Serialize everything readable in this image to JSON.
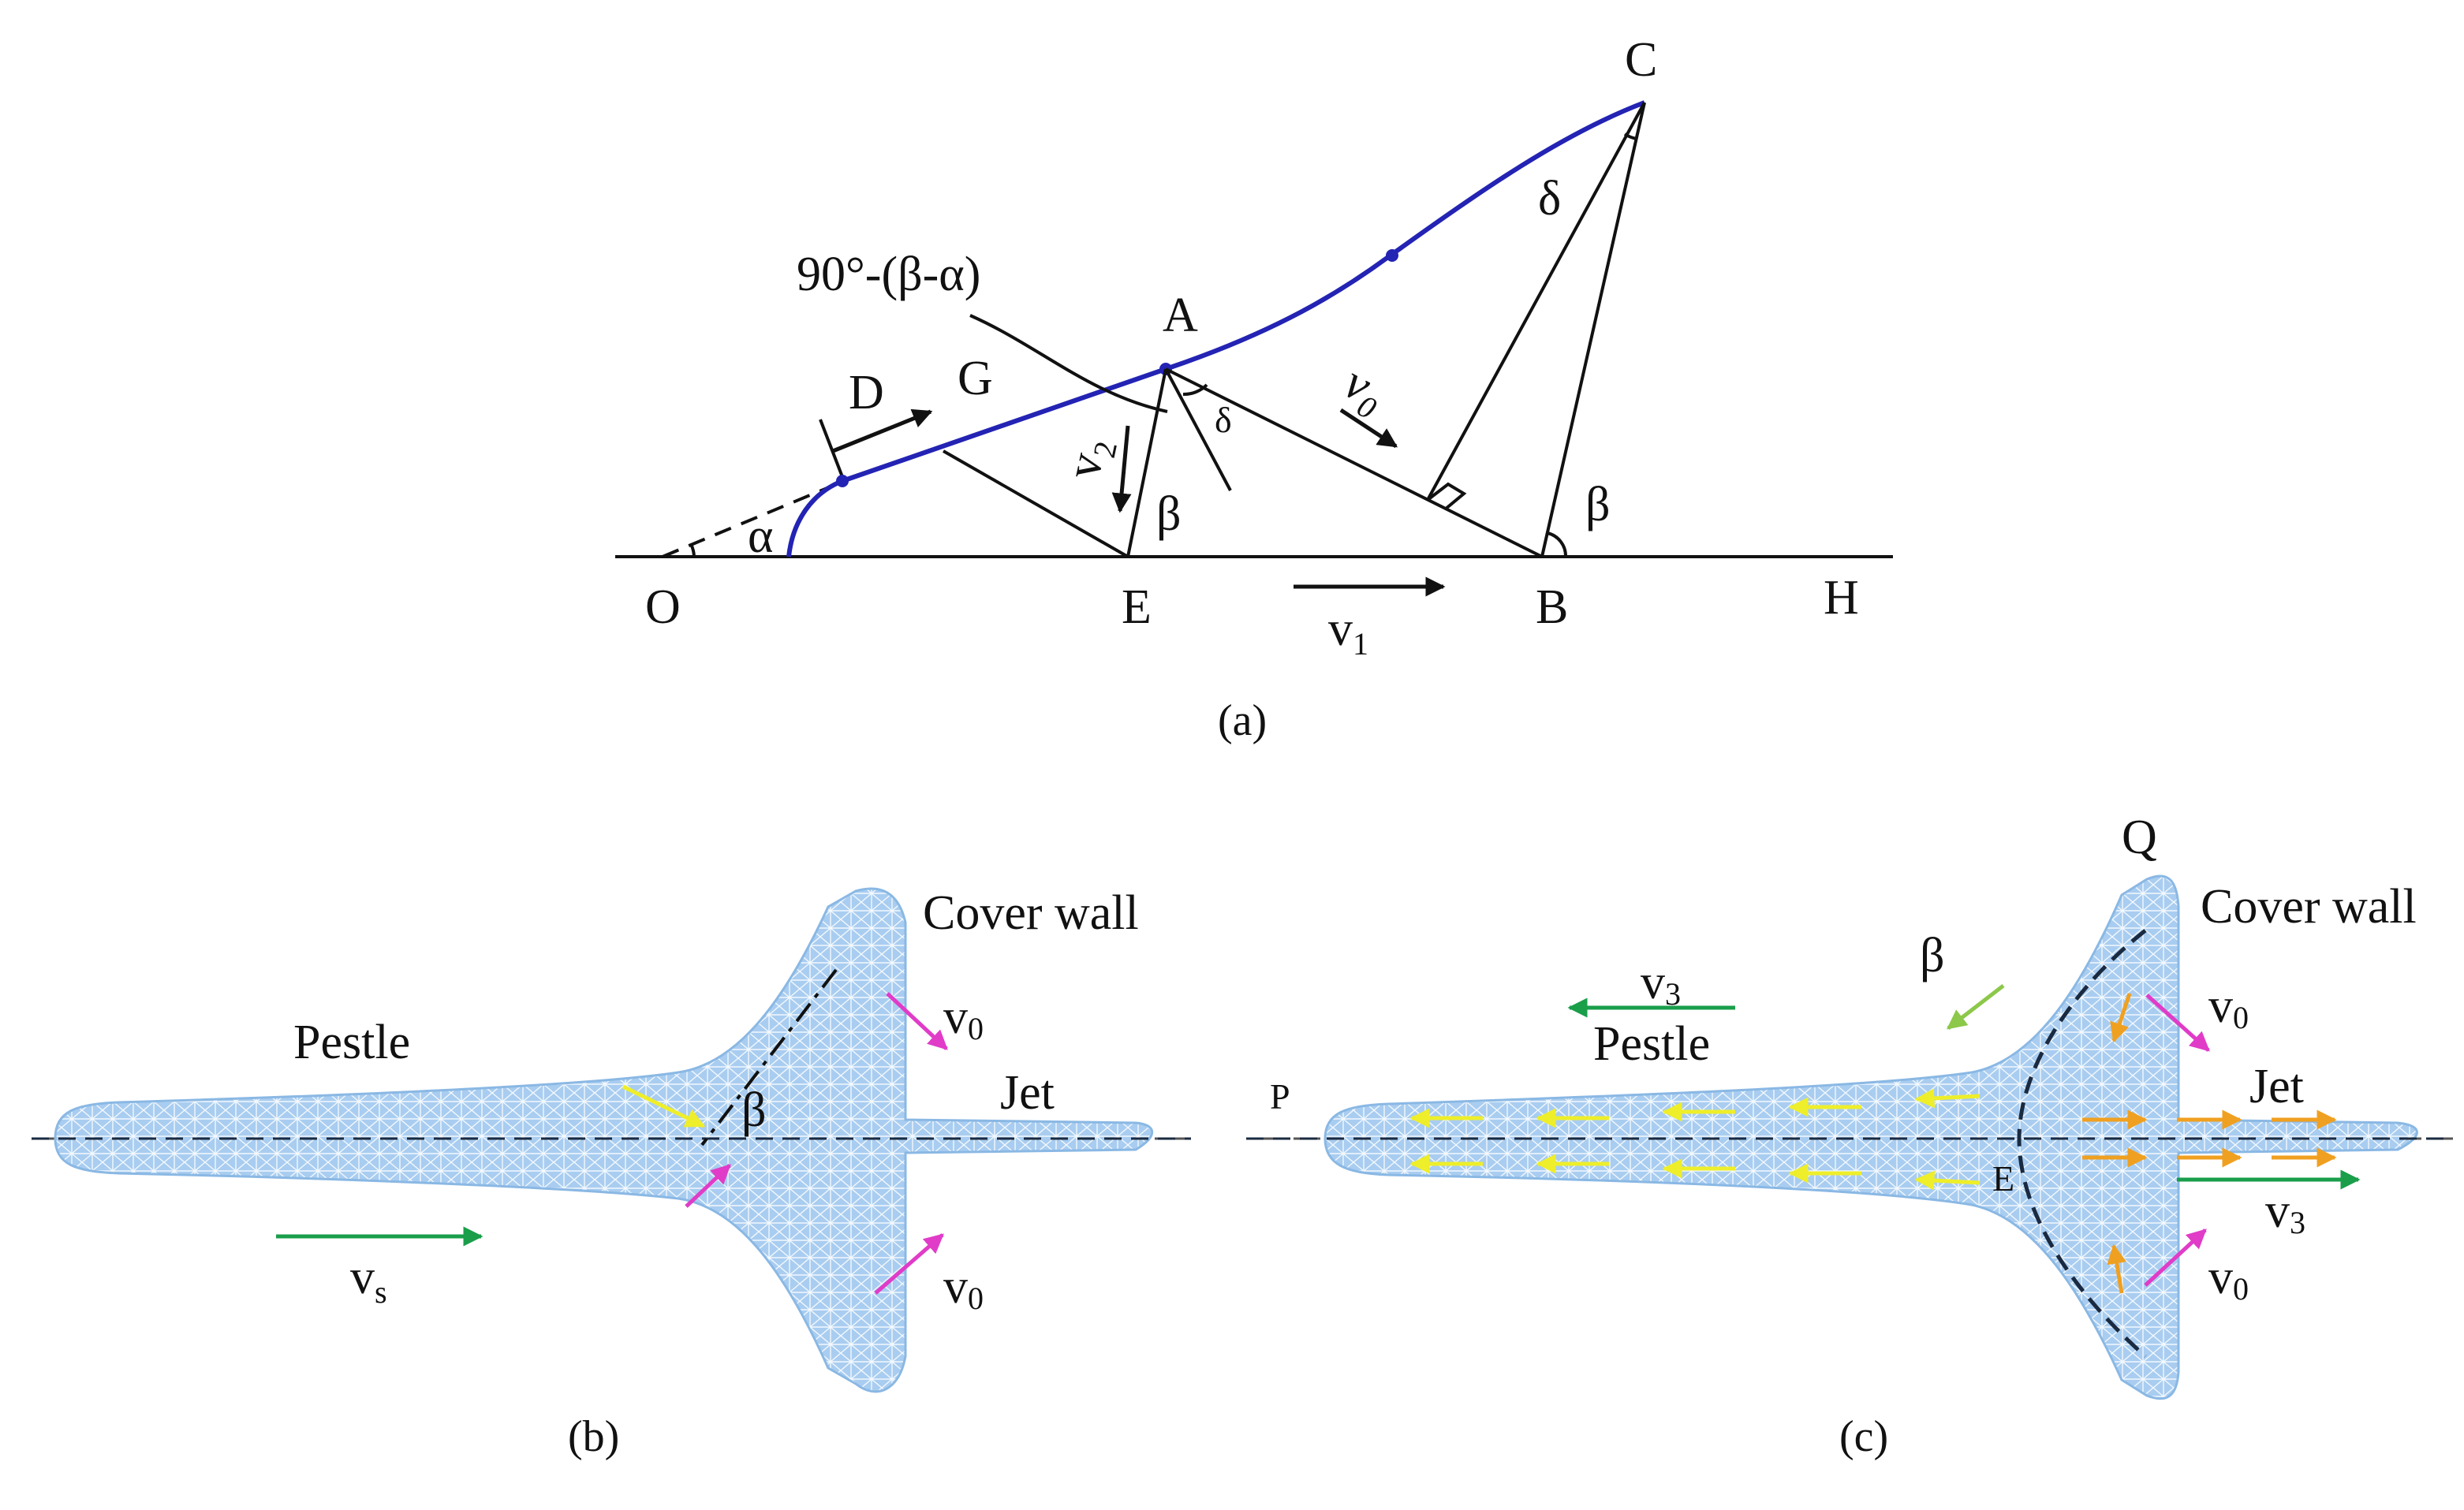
{
  "panel_a": {
    "points": {
      "O": "O",
      "E": "E",
      "B": "B",
      "H": "H",
      "A": "A",
      "C": "C",
      "D": "D",
      "G": "G"
    },
    "angles": {
      "alpha": "α",
      "beta_E": "β",
      "beta_B": "β",
      "delta_A": "δ",
      "delta_C": "δ",
      "guide": "90°-(β-α)"
    },
    "velocities": {
      "v0_main": "v",
      "v0_sub": "0",
      "v1_main": "v",
      "v1_sub": "1",
      "v2_main": "v",
      "v2_sub": "2"
    },
    "caption": "(a)"
  },
  "panel_b": {
    "labels": {
      "pestle": "Pestle",
      "cover_wall": "Cover wall",
      "jet": "Jet",
      "beta": "β"
    },
    "velocities": {
      "vs_main": "v",
      "vs_sub": "s",
      "v0_top_main": "v",
      "v0_top_sub": "0",
      "v0_bot_main": "v",
      "v0_bot_sub": "0"
    },
    "caption": "(b)"
  },
  "panel_c": {
    "labels": {
      "pestle": "Pestle",
      "cover_wall": "Cover wall",
      "jet": "Jet",
      "beta": "β",
      "Q": "Q",
      "P": "P",
      "E": "E"
    },
    "velocities": {
      "v3_left_main": "v",
      "v3_left_sub": "3",
      "v3_right_main": "v",
      "v3_right_sub": "3",
      "v0_top_main": "v",
      "v0_top_sub": "0",
      "v0_bot_main": "v",
      "v0_bot_sub": "0"
    },
    "caption": "(c)"
  },
  "colors": {
    "liner_curve": "#2323b4",
    "mesh_fill": "#a9cdf0",
    "mesh_line": "#ffffff",
    "green_arrow": "#1a9e4a",
    "magenta_arrow": "#e03cc8",
    "yellow_arrow": "#eeee2a",
    "orange_arrow": "#f0a020",
    "light_green_arrow": "#8cc84a"
  }
}
